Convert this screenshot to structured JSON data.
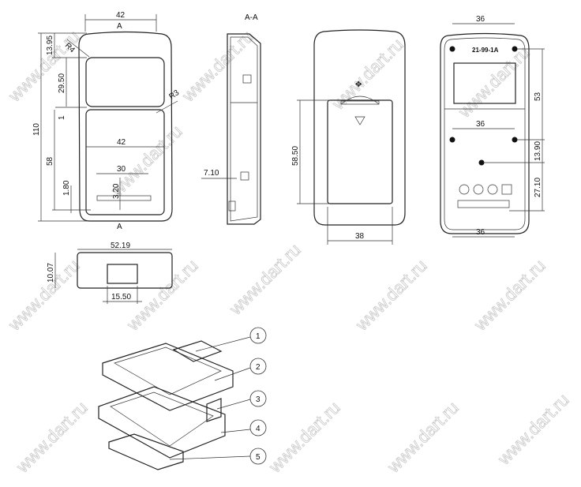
{
  "section_label": "A-A",
  "section_marker": "A",
  "front_view": {
    "width_top": "42",
    "height_total": "110",
    "top_margin": "13.95",
    "radius_outer": "R4",
    "upper_window": "29.50",
    "gap": "1",
    "radius_inner": "R3",
    "lower_window": "58",
    "inner_width": "42",
    "slot_width": "30",
    "slot_depth": "3.20",
    "bottom_gap": "1.80"
  },
  "section_view": {
    "depth": "7.10"
  },
  "back_view": {
    "cover_height": "58.50",
    "cover_width": "38"
  },
  "inner_view": {
    "part_number": "21-99-1A",
    "top_spacing": "36",
    "mid_spacing": "36",
    "bottom_spacing": "36",
    "height_53": "53",
    "height_13_90": "13.90",
    "height_27_10": "27.10"
  },
  "side_view": {
    "length": "52.19",
    "height": "10.07",
    "clip_width": "15.50"
  },
  "balloons": [
    "1",
    "2",
    "3",
    "4",
    "5"
  ],
  "watermark": "www.dart.ru"
}
